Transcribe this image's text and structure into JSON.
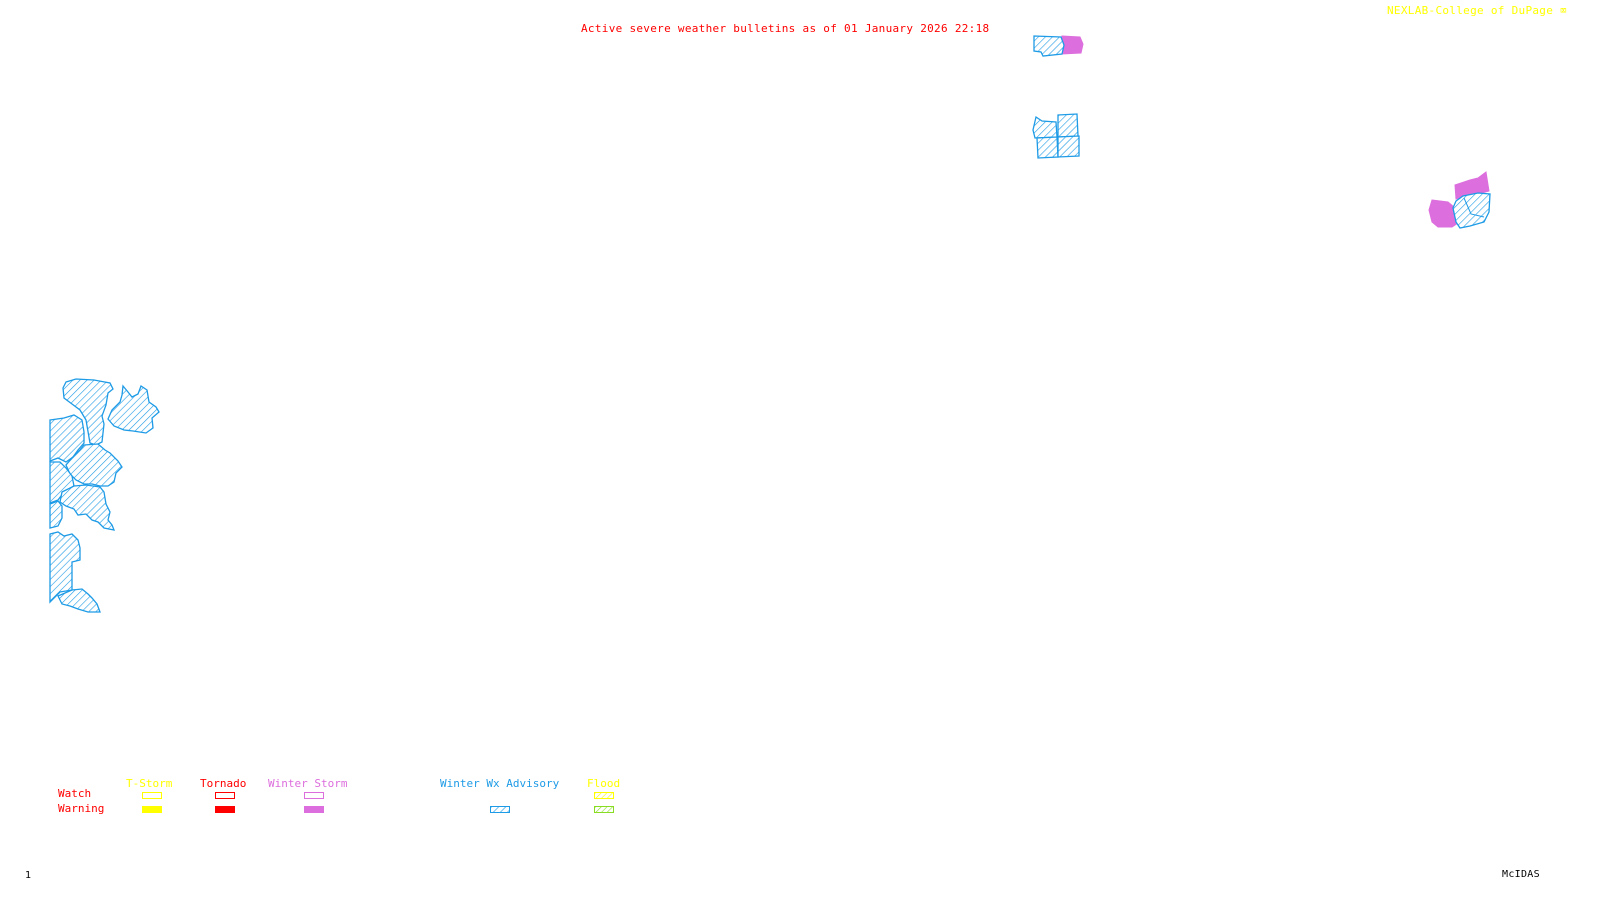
{
  "header": {
    "title": "Active severe weather bulletins as of 01 January 2026 22:18",
    "credit": "NEXLAB-College of DuPage"
  },
  "footer": {
    "frame_number": "1",
    "brand": "McIDAS"
  },
  "colors": {
    "title": "#ff0000",
    "credit": "#ffff00",
    "tstorm": "#ffff00",
    "tornado": "#ff0000",
    "winter_storm": "#dd6edd",
    "winter_wx_advisory": "#1e9be6",
    "flood_watch": "#ffff00",
    "flood_warning": "#88dd22"
  },
  "legend": {
    "row_labels": {
      "watch": "Watch",
      "warning": "Warning"
    },
    "categories": [
      {
        "id": "tstorm",
        "label": "T-Storm",
        "watch": "outline",
        "warning": "filled"
      },
      {
        "id": "tornado",
        "label": "Tornado",
        "watch": "outline",
        "warning": "filled"
      },
      {
        "id": "winter_storm",
        "label": "Winter Storm",
        "watch": "outline",
        "warning": "filled"
      },
      {
        "id": "winter_wx_advisory",
        "label": "Winter Wx Advisory",
        "watch": "none",
        "warning": "hatched"
      },
      {
        "id": "flood",
        "label": "Flood",
        "watch": "hatched",
        "warning": "hatched"
      }
    ]
  },
  "map": {
    "active_areas": [
      {
        "region": "north-central pair",
        "types": [
          "winter_wx_advisory",
          "winter_storm"
        ]
      },
      {
        "region": "north-central cluster",
        "types": [
          "winter_wx_advisory"
        ]
      },
      {
        "region": "northeast cluster",
        "types": [
          "winter_storm",
          "winter_wx_advisory"
        ]
      },
      {
        "region": "west coast",
        "types": [
          "winter_wx_advisory"
        ]
      }
    ]
  }
}
